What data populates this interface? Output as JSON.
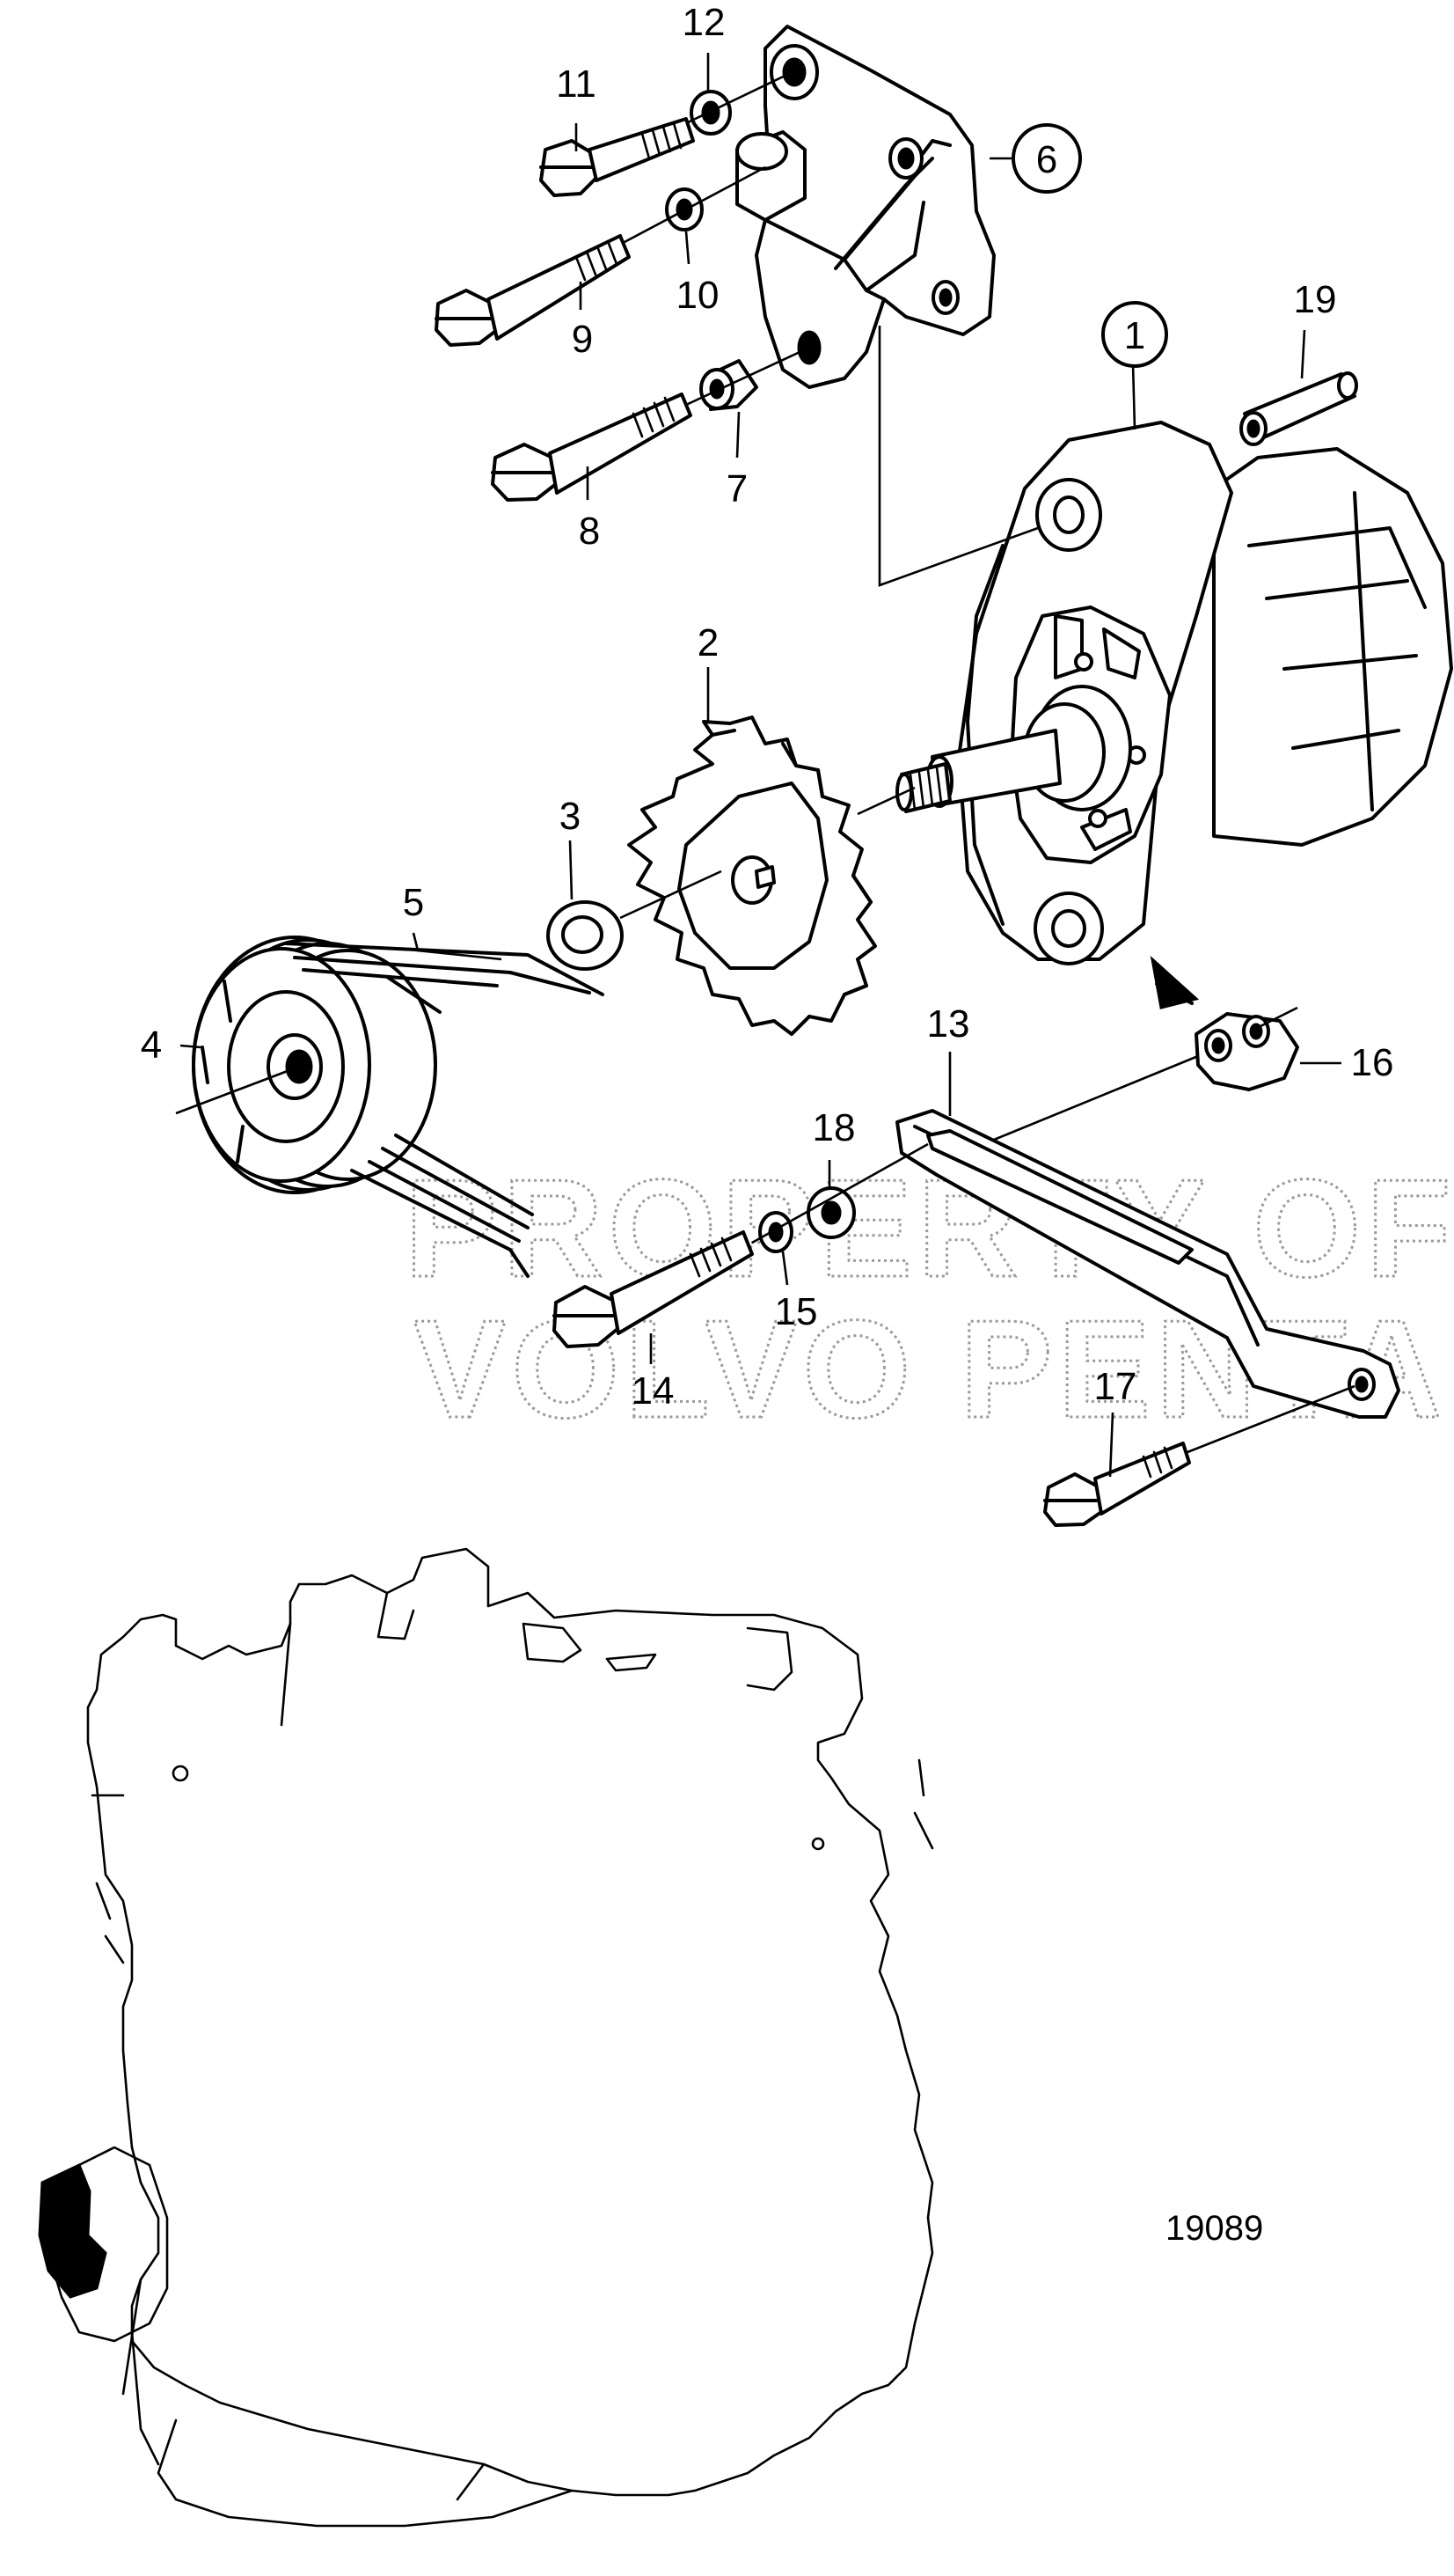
{
  "callouts": {
    "c1": "1",
    "c2": "2",
    "c3": "3",
    "c4": "4",
    "c5": "5",
    "c6": "6",
    "c7": "7",
    "c8": "8",
    "c9": "9",
    "c10": "10",
    "c11": "11",
    "c12": "12",
    "c13": "13",
    "c14": "14",
    "c15": "15",
    "c16": "16",
    "c17": "17",
    "c18": "18",
    "c19": "19"
  },
  "watermark": {
    "line1": "PROPERTY OF",
    "line2": "VOLVO PENTA"
  },
  "figure_number": "19089"
}
